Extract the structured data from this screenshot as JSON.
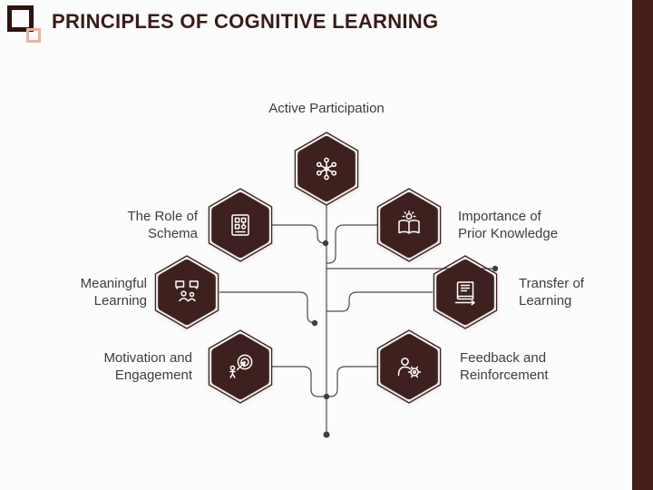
{
  "page": {
    "title": "PRINCIPLES OF COGNITIVE LEARNING"
  },
  "colors": {
    "primary_dark": "#3e211e",
    "accent_pink": "#e7b3a4",
    "connector_gray": "#4c4c4c",
    "label_gray": "#3d3d3d",
    "background": "#fcfcfc",
    "icon_white": "#ffffff",
    "sidebar_maroon": "#451d19"
  },
  "diagram": {
    "nodes": [
      {
        "id": "active-participation",
        "label": "Active Participation",
        "lines": [
          "Active Participation"
        ],
        "icon": "network-icon",
        "position": "top-center"
      },
      {
        "id": "the-role-of-schema",
        "label": "The Role of Schema",
        "lines": [
          "The Role of",
          "Schema"
        ],
        "icon": "schema-document-icon",
        "position": "upper-left"
      },
      {
        "id": "importance-of-prior-knowledge",
        "label": "Importance of Prior Knowledge",
        "lines": [
          "Importance of",
          "Prior Knowledge"
        ],
        "icon": "open-book-idea-icon",
        "position": "upper-right"
      },
      {
        "id": "meaningful-learning",
        "label": "Meaningful Learning",
        "lines": [
          "Meaningful",
          "Learning"
        ],
        "icon": "discussion-icon",
        "position": "middle-left"
      },
      {
        "id": "transfer-of-learning",
        "label": "Transfer of Learning",
        "lines": [
          "Transfer of",
          "Learning"
        ],
        "icon": "book-transfer-icon",
        "position": "middle-right"
      },
      {
        "id": "motivation-and-engagement",
        "label": "Motivation and Engagement",
        "lines": [
          "Motivation and",
          "Engagement"
        ],
        "icon": "target-achievement-icon",
        "position": "lower-left"
      },
      {
        "id": "feedback-and-reinforcement",
        "label": "Feedback and Reinforcement",
        "lines": [
          "Feedback and",
          "Reinforcement"
        ],
        "icon": "person-gear-icon",
        "position": "lower-right"
      }
    ]
  }
}
